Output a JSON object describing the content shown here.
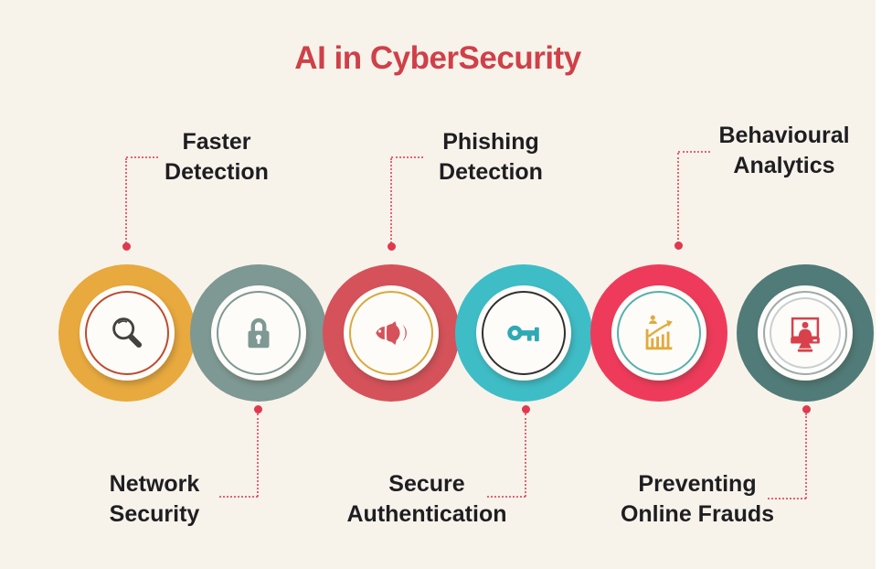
{
  "title": "AI in CyberSecurity",
  "items": [
    {
      "id": "faster-detection",
      "label": "Faster Detection",
      "label_position": "top",
      "icon": "magnifier-icon",
      "outer_color": "#E8A93E",
      "ring_color": "#BE4A2D",
      "icon_color": "#46403E"
    },
    {
      "id": "network-security",
      "label": "Network Security",
      "label_position": "bottom",
      "icon": "padlock-icon",
      "outer_color": "#7E9893",
      "ring_color": "#7E9893",
      "icon_color": "#7E9893"
    },
    {
      "id": "phishing-detection",
      "label": "Phishing Detection",
      "label_position": "top",
      "icon": "fish-icon",
      "outer_color": "#D5525A",
      "ring_color": "#D9A93F",
      "icon_color": "#D5525A"
    },
    {
      "id": "secure-authentication",
      "label": "Secure Authentication",
      "label_position": "bottom",
      "icon": "key-icon",
      "outer_color": "#3EBDC7",
      "ring_color": "#303030",
      "icon_color": "#2FA9B5"
    },
    {
      "id": "behavioural-analytics",
      "label": "Behavioural Analytics",
      "label_position": "top",
      "icon": "bar-chart-icon",
      "outer_color": "#EF3B5B",
      "ring_color": "#56B0AD",
      "icon_color": "#E2A93E"
    },
    {
      "id": "preventing-online-frauds",
      "label": "Preventing Online Frauds",
      "label_position": "bottom",
      "icon": "monitor-user-icon",
      "outer_color": "#507B78",
      "ring_color": "#9FAAA9",
      "icon_color": "#D8414B"
    }
  ],
  "colors": {
    "background": "#F8F3EA",
    "title": "#CF4049",
    "label_text": "#1E1E22",
    "connector": "#E24B61"
  }
}
